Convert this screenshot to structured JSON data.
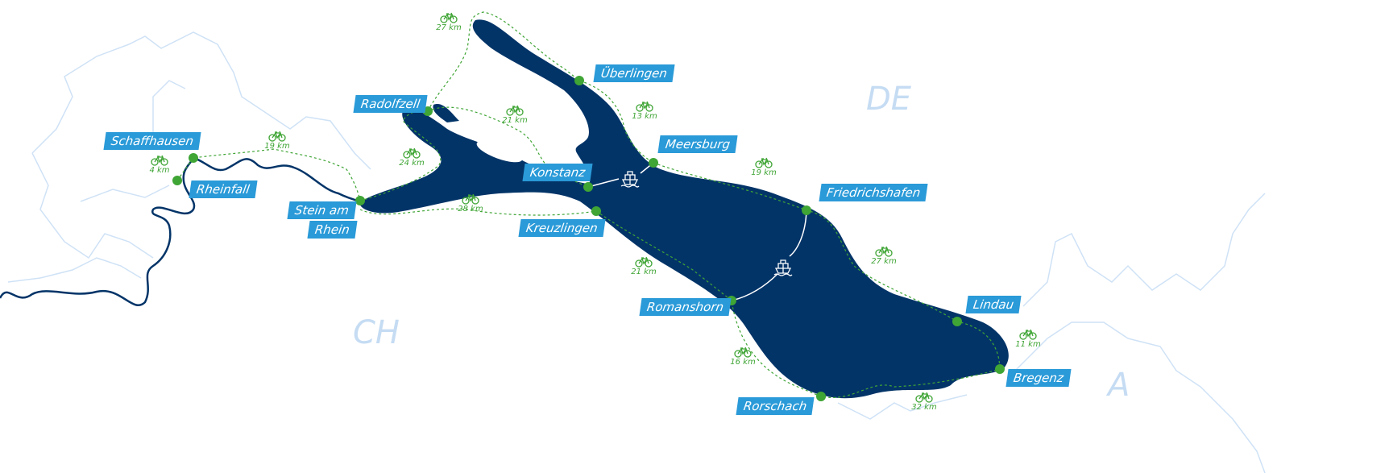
{
  "colors": {
    "lake": "#033468",
    "label": "#2a9ad8",
    "route": "#3fa535",
    "border": "#cfe2f6",
    "country": "#c5dcf3"
  },
  "countries": [
    {
      "id": "de",
      "label": "DE"
    },
    {
      "id": "ch",
      "label": "CH"
    },
    {
      "id": "a",
      "label": "A"
    }
  ],
  "cities": [
    {
      "id": "ueberlingen",
      "label": "Überlingen"
    },
    {
      "id": "radolfzell",
      "label": "Radolfzell"
    },
    {
      "id": "schaffhausen",
      "label": "Schaffhausen"
    },
    {
      "id": "rheinfall",
      "label": "Rheinfall"
    },
    {
      "id": "stein",
      "label": "Stein am",
      "label2": "Rhein"
    },
    {
      "id": "konstanz",
      "label": "Konstanz"
    },
    {
      "id": "meersburg",
      "label": "Meersburg"
    },
    {
      "id": "kreuzlingen",
      "label": "Kreuzlingen"
    },
    {
      "id": "friedrichshafen",
      "label": "Friedrichshafen"
    },
    {
      "id": "romanshorn",
      "label": "Romanshorn"
    },
    {
      "id": "lindau",
      "label": "Lindau"
    },
    {
      "id": "bregenz",
      "label": "Bregenz"
    },
    {
      "id": "rorschach",
      "label": "Rorschach"
    }
  ],
  "bike_segments": [
    {
      "id": "radolfzell-ueberlingen",
      "distance": "27 km"
    },
    {
      "id": "ueberlingen-meersburg",
      "distance": "13 km"
    },
    {
      "id": "radolfzell-konstanz",
      "distance": "21 km"
    },
    {
      "id": "schaffhausen-stein",
      "distance": "19 km"
    },
    {
      "id": "rheinfall-schaffhausen",
      "distance": "4 km"
    },
    {
      "id": "stein-radolfzell",
      "distance": "24 km"
    },
    {
      "id": "stein-kreuzlingen",
      "distance": "28 km"
    },
    {
      "id": "meersburg-friedrichshafen",
      "distance": "19 km"
    },
    {
      "id": "friedrichshafen-lindau",
      "distance": "27 km"
    },
    {
      "id": "kreuzlingen-romanshorn",
      "distance": "21 km"
    },
    {
      "id": "romanshorn-rorschach",
      "distance": "16 km"
    },
    {
      "id": "lindau-bregenz",
      "distance": "11 km"
    },
    {
      "id": "rorschach-bregenz",
      "distance": "32 km"
    }
  ],
  "ferries": [
    {
      "id": "konstanz-meersburg",
      "icon": "ship-icon"
    },
    {
      "id": "romanshorn-friedrichshafen",
      "icon": "ship-icon"
    }
  ]
}
